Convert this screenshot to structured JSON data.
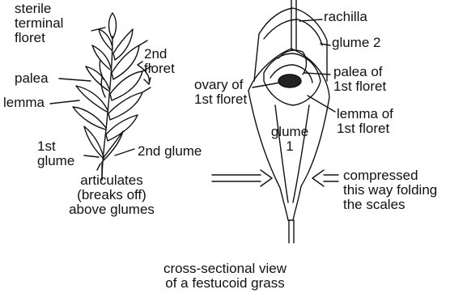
{
  "left_specimen": {
    "sterile_terminal_floret": "sterile\nterminal\nfloret",
    "palea": "palea",
    "lemma": "lemma",
    "second_floret": "2nd\nfloret",
    "first_glume": "1st\nglume",
    "second_glume": "2nd glume",
    "articulates": "articulates\n(breaks off)\nabove glumes"
  },
  "right_specimen": {
    "rachilla": "rachilla",
    "glume_2": "glume 2",
    "palea_first": "palea of\n1st floret",
    "ovary_first": "ovary of\n1st floret",
    "lemma_first": "lemma of\n1st floret",
    "glume_1": "glume\n1",
    "compressed": "compressed\nthis way folding\nthe scales"
  },
  "caption": "cross-sectional view\nof a festucoid grass"
}
